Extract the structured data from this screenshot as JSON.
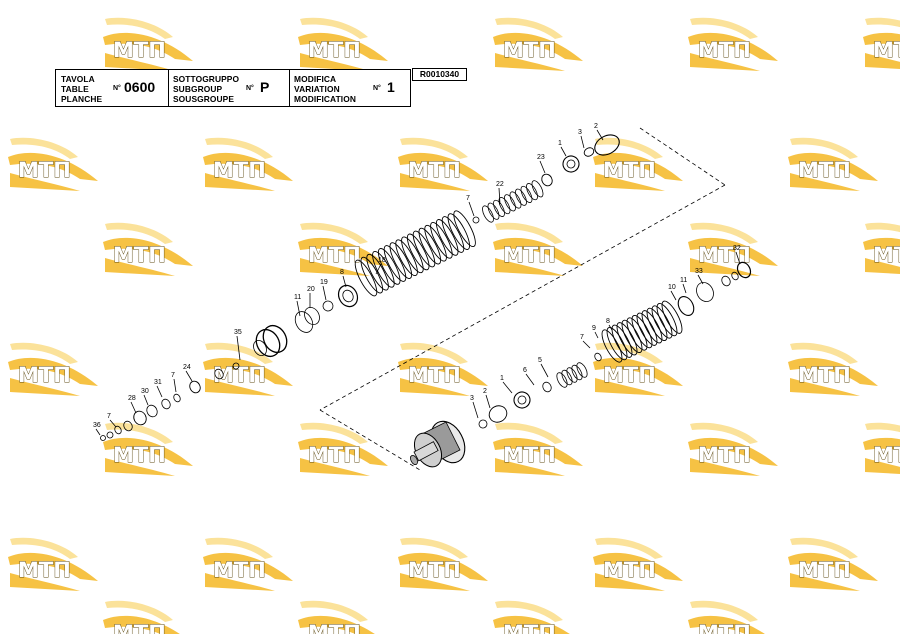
{
  "header": {
    "table_labels": [
      "TAVOLA",
      "TABLE",
      "PLANCHE"
    ],
    "table_no_prefix": "N°",
    "table_number": "0600",
    "subgroup_labels": [
      "SOTTOGRUPPO",
      "SUBGROUP",
      "SOUSGROUPE"
    ],
    "subgroup_no_prefix": "N°",
    "subgroup_value": "P",
    "modification_labels": [
      "MODIFICA",
      "VARIATION",
      "MODIFICATION"
    ],
    "modification_no_prefix": "N°",
    "modification_value": "1",
    "drawing_code": "R0010340"
  },
  "callouts": {
    "upper_assembly": [
      "2",
      "3",
      "1",
      "23",
      "22",
      "7",
      "18",
      "8",
      "19",
      "20",
      "11"
    ],
    "left_assembly": [
      "35",
      "24",
      "7",
      "31",
      "30",
      "28",
      "7",
      "36"
    ],
    "right_assembly": [
      "32",
      "33",
      "11",
      "10",
      "8",
      "9",
      "7",
      "5",
      "6",
      "1",
      "2",
      "3"
    ]
  },
  "watermark": {
    "text": "МТП",
    "colors": {
      "gold": "#f6c244",
      "gold_light": "#fbe29a",
      "outline": "#5e4a12"
    }
  },
  "colors": {
    "line": "#000000",
    "paper": "#ffffff"
  }
}
